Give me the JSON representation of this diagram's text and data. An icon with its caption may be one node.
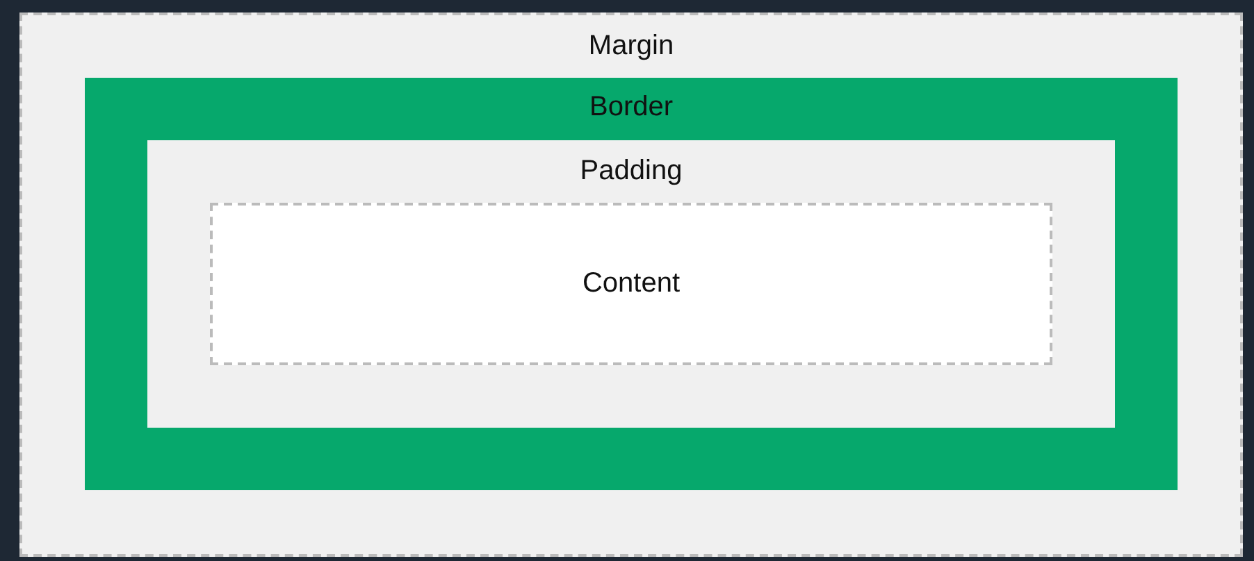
{
  "diagram": {
    "nodes": [
      {
        "text": [
          "Margin"
        ]
      },
      {
        "text": [
          "Border"
        ],
        "in": 0
      },
      {
        "text": [
          "Padding"
        ],
        "in": 1
      },
      {
        "text": [
          "Content"
        ],
        "in": 2
      }
    ]
  }
}
